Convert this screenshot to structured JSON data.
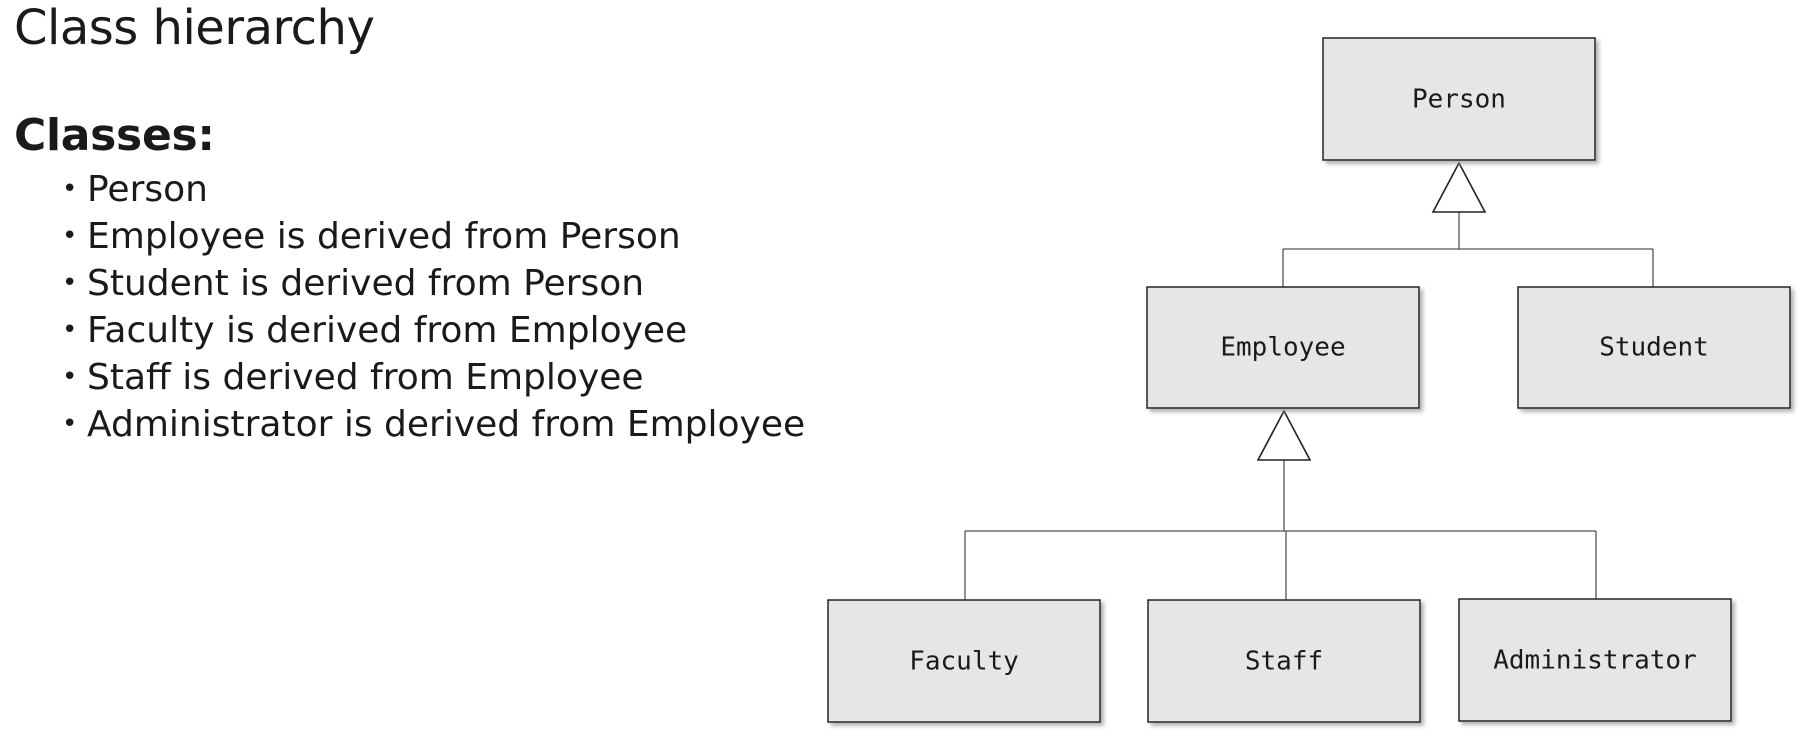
{
  "title": "Class hierarchy",
  "classes_heading": "Classes:",
  "classes_list": [
    "Person",
    "Employee is derived from Person",
    "Student is derived from Person",
    "Faculty is derived from Employee",
    "Staff is derived from Employee",
    "Administrator is derived from Employee"
  ],
  "diagram": {
    "nodes": {
      "person": "Person",
      "employee": "Employee",
      "student": "Student",
      "faculty": "Faculty",
      "staff": "Staff",
      "administrator": "Administrator"
    },
    "relations": [
      {
        "child": "Employee",
        "parent": "Person"
      },
      {
        "child": "Student",
        "parent": "Person"
      },
      {
        "child": "Faculty",
        "parent": "Employee"
      },
      {
        "child": "Staff",
        "parent": "Employee"
      },
      {
        "child": "Administrator",
        "parent": "Employee"
      }
    ],
    "colors": {
      "box_fill": "#e6e6e6",
      "box_stroke": "#222222",
      "shadow": "#9a9a9a",
      "connector": "#555555"
    }
  }
}
